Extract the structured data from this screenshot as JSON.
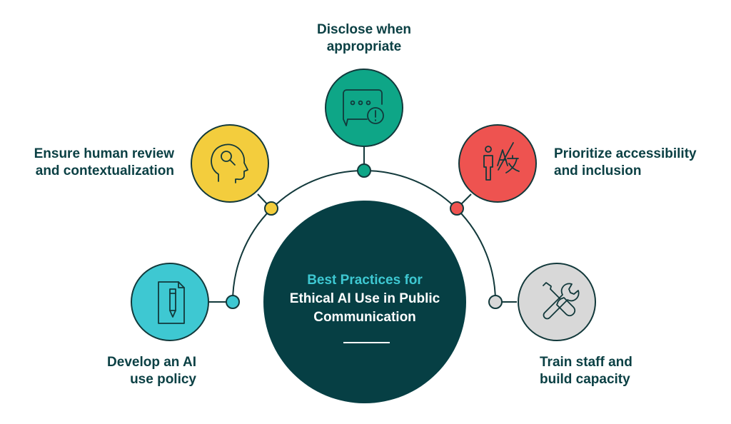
{
  "center": {
    "title_line1": "Best Practices for",
    "title_line2": "Ethical AI Use in Public",
    "title_line3": "Communication",
    "color": "#063f44",
    "accent": "#3ec8d2"
  },
  "practices": [
    {
      "line1": "Develop an AI",
      "line2": "use policy",
      "icon": "document-pencil-icon",
      "color": "#3ec8d2"
    },
    {
      "line1": "Ensure human review",
      "line2": "and contextualization",
      "icon": "head-magnifier-icon",
      "color": "#f3cd3d"
    },
    {
      "line1": "Disclose when",
      "line2": "appropriate",
      "icon": "chat-alert-icon",
      "color": "#0ea687"
    },
    {
      "line1": "Prioritize accessibility",
      "line2": "and inclusion",
      "icon": "person-translate-icon",
      "color": "#ee5350"
    },
    {
      "line1": "Train staff and",
      "line2": "build capacity",
      "icon": "wrench-screwdriver-icon",
      "color": "#d8d8d8"
    }
  ],
  "line_color": "#12393b"
}
